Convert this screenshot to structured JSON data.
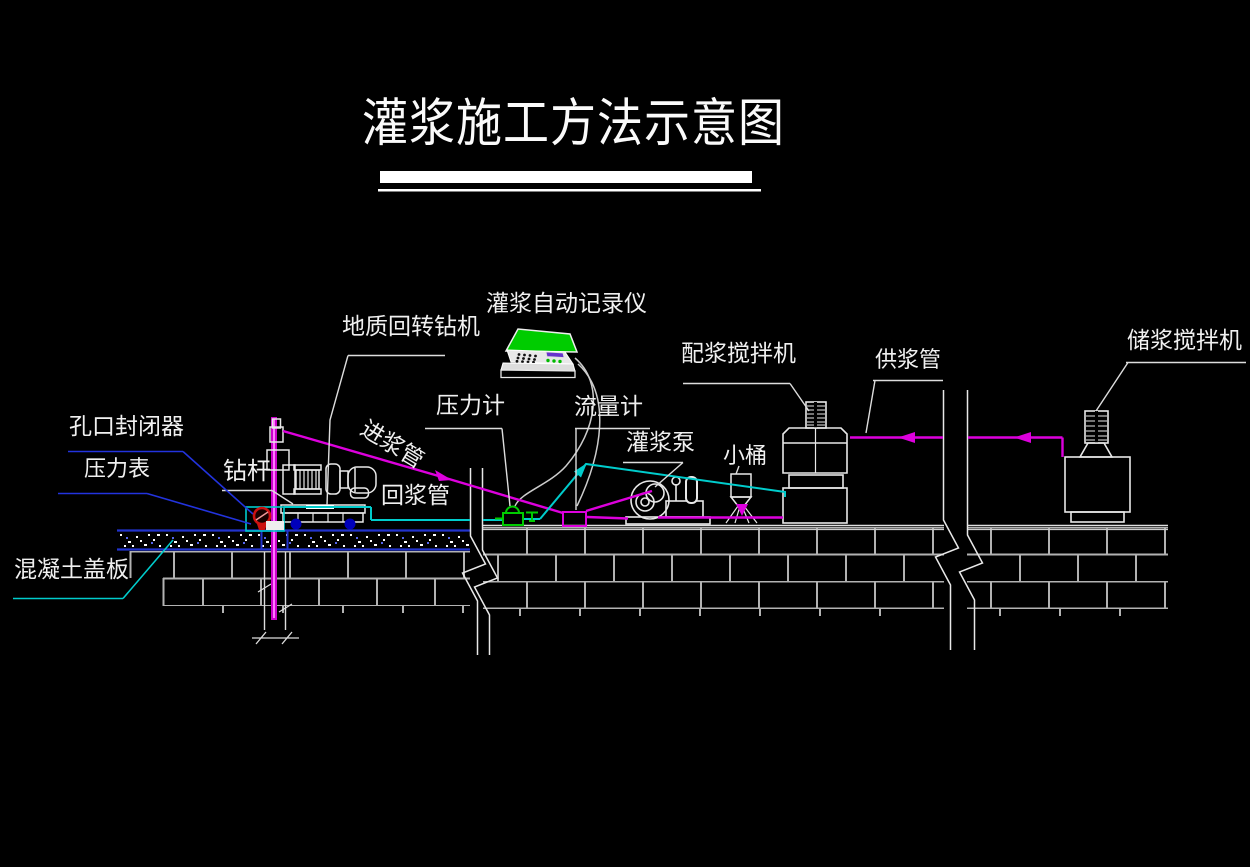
{
  "title": "灌浆施工方法示意图",
  "labels": {
    "drill_rig": "地质回转钻机",
    "recorder": "灌浆自动记录仪",
    "mixing_machine": "配浆搅拌机",
    "supply_pipe": "供浆管",
    "storage_mixer": "储浆搅拌机",
    "orifice_closer": "孔口封闭器",
    "pressure_gauge": "压力表",
    "drill_rod": "钻杆",
    "inlet_pipe": "进浆管",
    "return_pipe": "回浆管",
    "pressure_meter": "压力计",
    "flow_meter": "流量计",
    "grouting_pump": "灌浆泵",
    "small_bucket": "小桶",
    "concrete_cover": "混凝土盖板"
  },
  "colors": {
    "background": "#000000",
    "line_white": "#e8e8e8",
    "pipe_magenta": "#dd00dd",
    "pipe_cyan": "#00cccc",
    "leader_blue": "#2233dd",
    "device_green": "#00cc00",
    "display_purple": "#6633cc",
    "gauge_red": "#cc1111",
    "wheel_blue": "#0000bb",
    "brick_gray": "#b2b2b2",
    "slab_blue": "#2233cc"
  }
}
